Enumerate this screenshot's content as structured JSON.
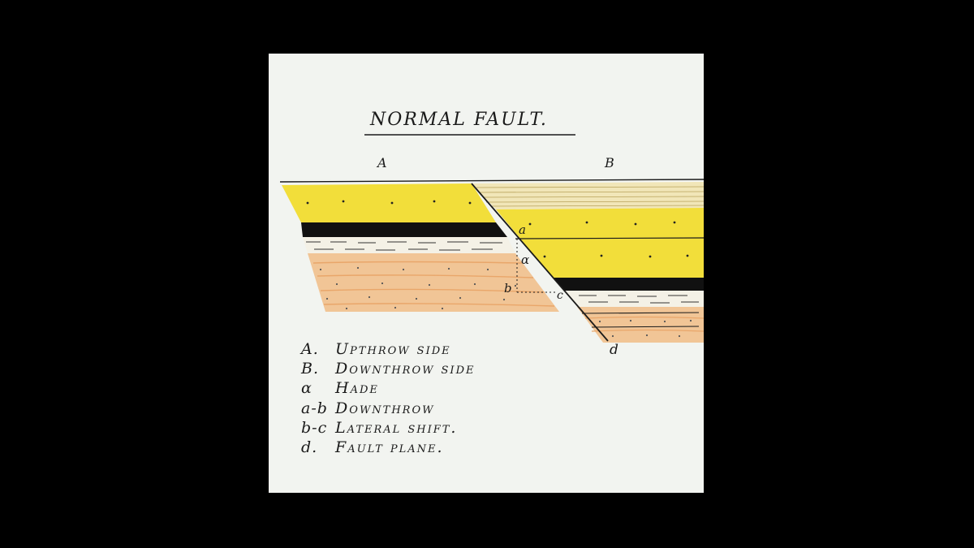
{
  "diagram": {
    "title": "NORMAL FAULT.",
    "side_labels": {
      "left": "A",
      "right": "B"
    },
    "point_labels": {
      "a": "a",
      "alpha": "α",
      "b": "b",
      "c": "c",
      "d": "d"
    },
    "colors": {
      "paper": "#f2f4f0",
      "sandstone": "#f2de3a",
      "coal": "#111111",
      "shale": "#f4f1e6",
      "marl": "#f1c596",
      "pale_layer": "#f1e6b8",
      "ink": "#1a1a1a"
    },
    "legend": [
      {
        "key": "A.",
        "text": "Upthrow side"
      },
      {
        "key": "B.",
        "text": "Downthrow side"
      },
      {
        "key": "α",
        "text": "Hade"
      },
      {
        "key": "a-b",
        "text": "Downthrow"
      },
      {
        "key": "b-c",
        "text": "Lateral shift."
      },
      {
        "key": "d.",
        "text": "Fault plane."
      }
    ]
  }
}
